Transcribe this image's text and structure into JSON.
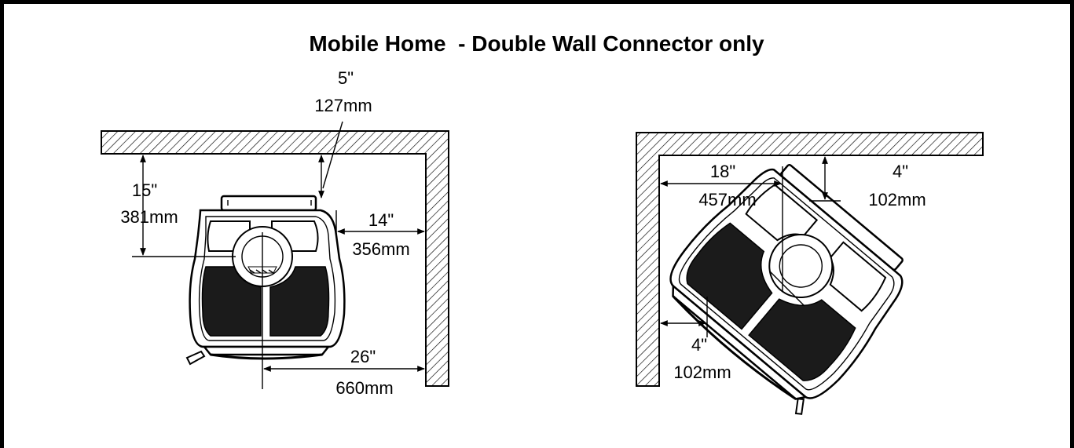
{
  "title": "Mobile Home  - Double Wall Connector only",
  "left_diagram": {
    "rear_clearance": {
      "inches": "5\"",
      "mm": "127mm"
    },
    "side_clearance_left": {
      "inches": "15\"",
      "mm": "381mm"
    },
    "side_clearance_right": {
      "inches": "14\"",
      "mm": "356mm"
    },
    "flue_to_wall": {
      "inches": "26\"",
      "mm": "660mm"
    }
  },
  "right_diagram": {
    "corner_to_flue": {
      "inches": "18\"",
      "mm": "457mm"
    },
    "rear_clearance": {
      "inches": "4\"",
      "mm": "102mm"
    },
    "side_clearance": {
      "inches": "4\"",
      "mm": "102mm"
    }
  }
}
